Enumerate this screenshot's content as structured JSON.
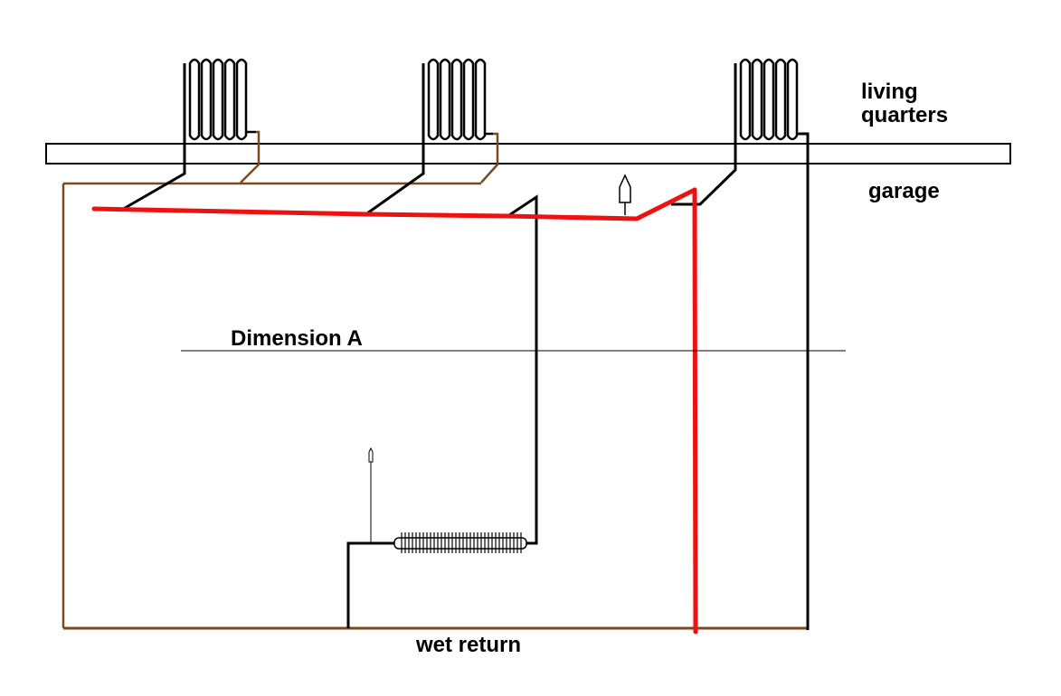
{
  "labels": {
    "living_line1": "living",
    "living_line2": "quarters",
    "garage": "garage",
    "dimension": "Dimension A",
    "wet_return": "wet return"
  },
  "colors": {
    "background": "#ffffff",
    "supply_main": "#ee1111",
    "return_pipe": "#7a4a1e",
    "riser_pipe": "#000000",
    "radiator": "#000000",
    "floor_outline": "#000000"
  },
  "radiators": [
    {
      "name": "radiator-left"
    },
    {
      "name": "radiator-middle"
    },
    {
      "name": "radiator-right"
    }
  ]
}
